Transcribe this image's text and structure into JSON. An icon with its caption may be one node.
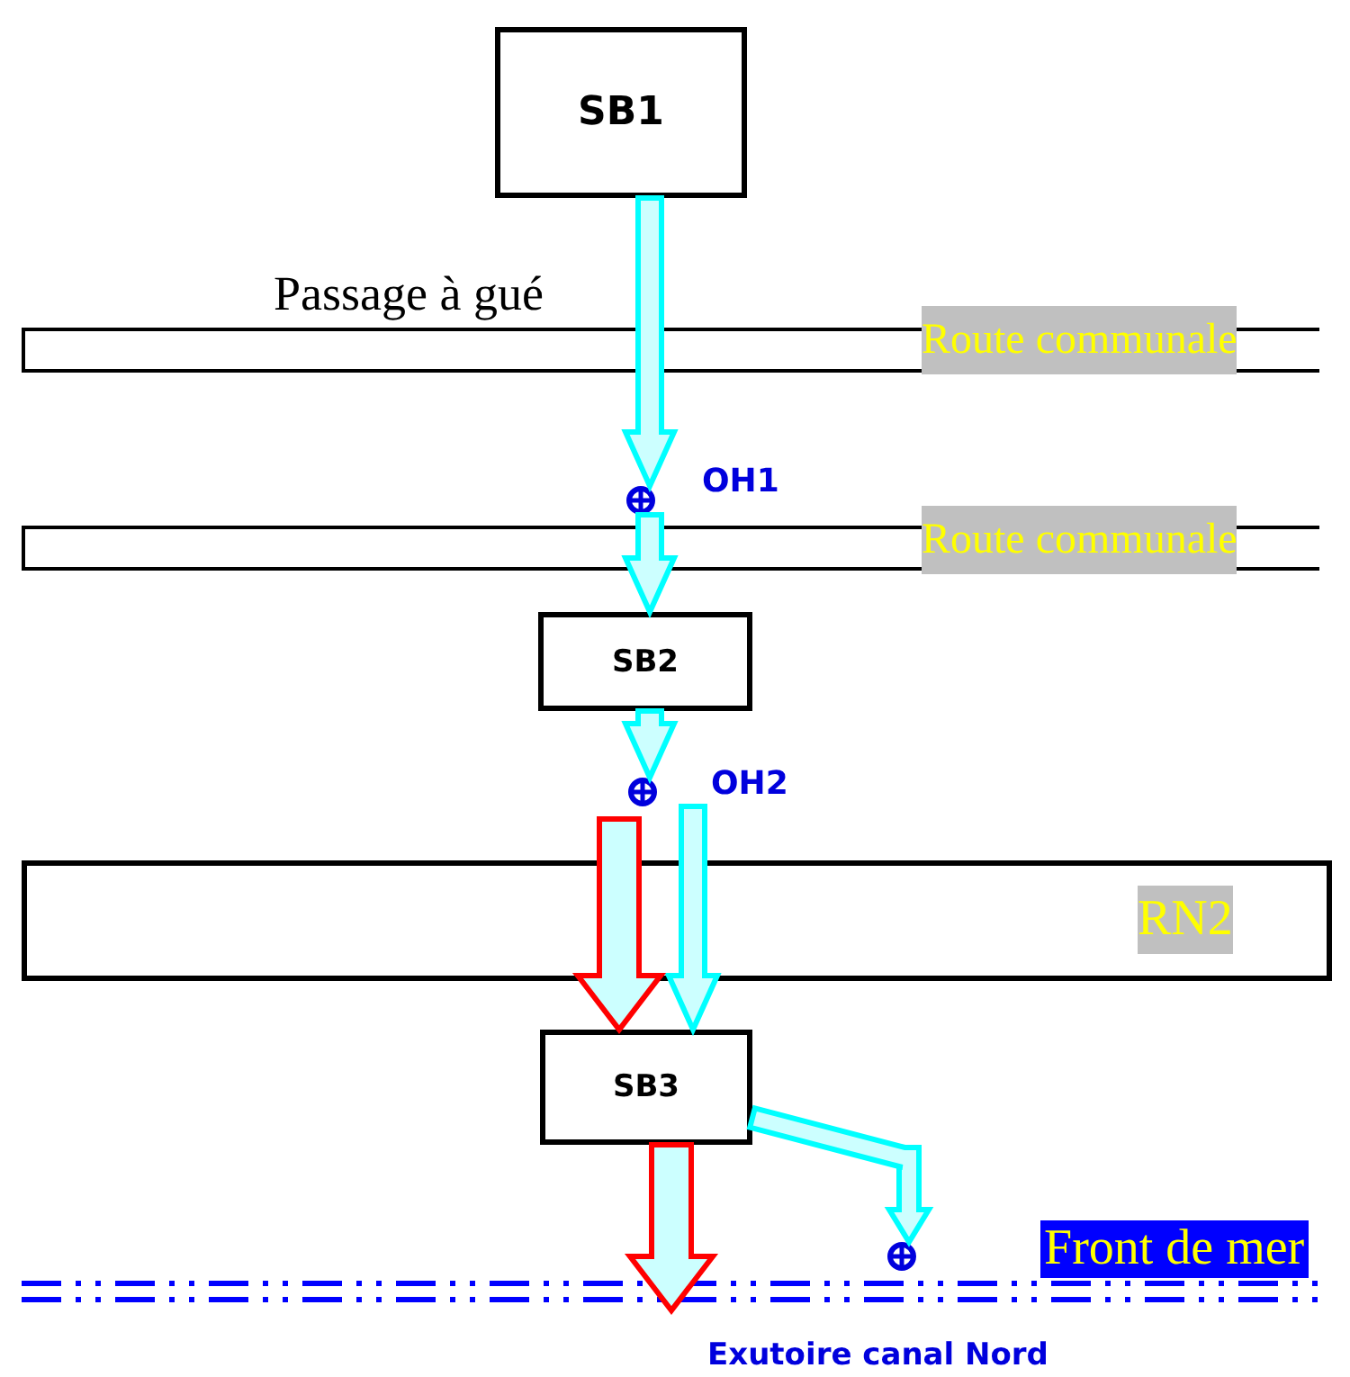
{
  "diagram": {
    "nodes": [
      {
        "text": [
          "SB1"
        ]
      },
      {
        "text": [
          "Route communale"
        ]
      },
      {
        "text": [],
        "shape": "circle"
      },
      {
        "text": [
          "Route communale"
        ]
      },
      {
        "text": [
          "SB2"
        ]
      },
      {
        "text": [],
        "shape": "circle",
        "beside": [
          "OH2"
        ]
      },
      {
        "text": [
          "RN2"
        ]
      },
      {
        "text": [
          "SB3"
        ]
      },
      {
        "text": [],
        "shape": "circle"
      },
      {
        "text": [],
        "shape": "line",
        "beside": [
          "Front de mer"
        ]
      }
    ],
    "edges": [
      {
        "from": 0,
        "to": 2,
        "arrow": "to"
      },
      {
        "from": 2,
        "to": 4,
        "arrow": "to"
      },
      {
        "from": 4,
        "to": 5,
        "arrow": "to"
      },
      {
        "from": 5,
        "to": 7,
        "arrow": "to"
      },
      {
        "from": null,
        "to": 7,
        "arrow": "to",
        "style": "thick",
        "color": "#ff0000"
      },
      {
        "from": 7,
        "to": 8,
        "arrow": "to"
      },
      {
        "from": 7,
        "to": 9,
        "arrow": "to",
        "style": "thick",
        "color": "#ff0000"
      }
    ],
    "labels": [
      "Passage à gué",
      "OH1",
      "Exutoire canal Nord"
    ]
  }
}
